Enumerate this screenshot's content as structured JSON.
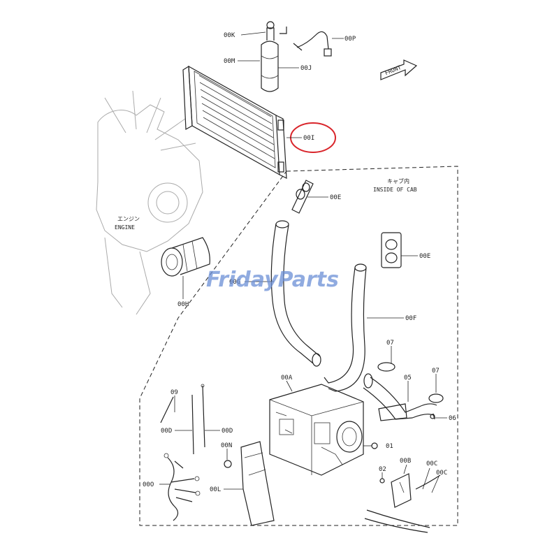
{
  "labels": {
    "K": "00K",
    "P": "00P",
    "M": "00M",
    "J": "00J",
    "I": "00I",
    "front": "FRONT",
    "cab_jp": "キャブ内",
    "cab_en": "INSIDE OF CAB",
    "E1": "00E",
    "E2": "00E",
    "engine_jp": "エンジン",
    "engine_en": "ENGINE",
    "G": "00G",
    "H": "00H",
    "F": "00F",
    "p07a": "07",
    "p07b": "07",
    "p05": "05",
    "p06": "06",
    "A": "00A",
    "p09": "09",
    "D1": "00D",
    "D2": "00D",
    "N": "00N",
    "p01": "01",
    "p02": "02",
    "B": "00B",
    "C1": "00C",
    "C2": "00C",
    "O": "00O",
    "L": "00L"
  },
  "watermark": "FridayParts",
  "highlight_color": "#d9252b",
  "watermark_color": "#6b8fd6"
}
